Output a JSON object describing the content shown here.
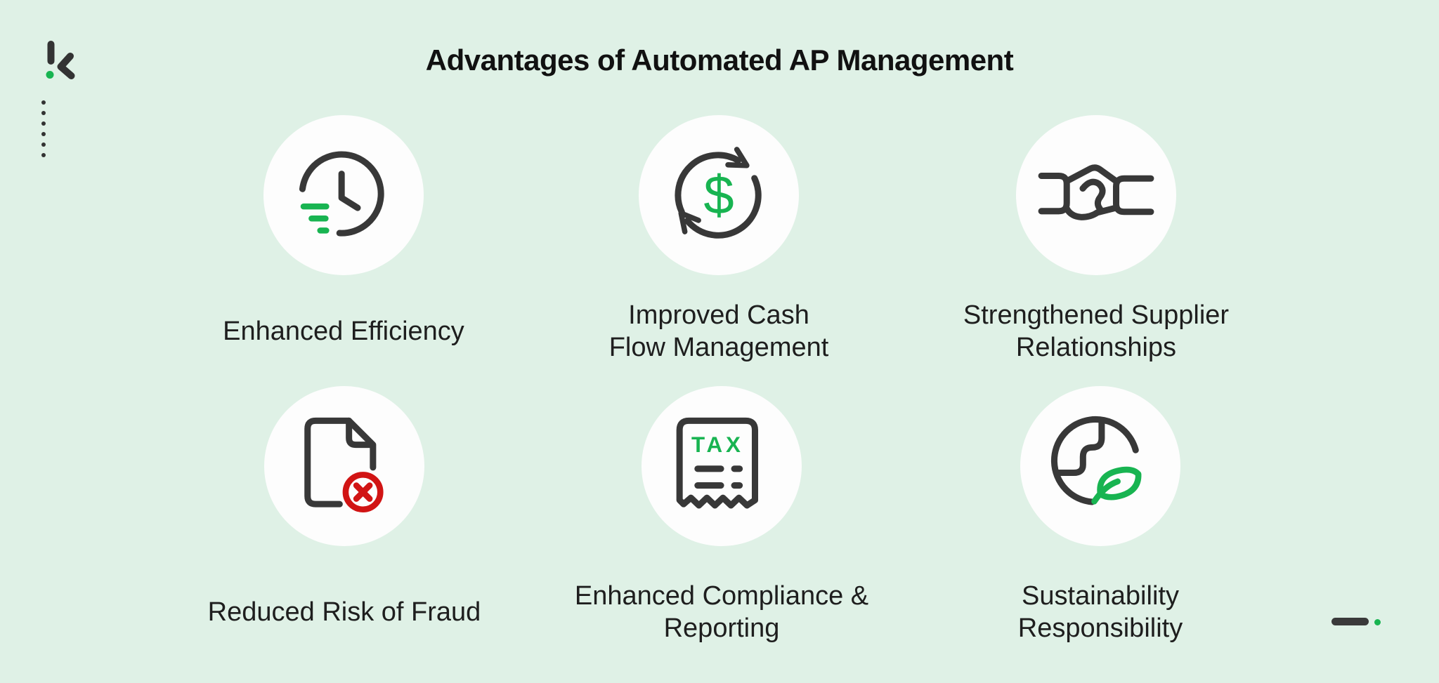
{
  "page": {
    "background": "#dff1e6",
    "title": "Advantages of Automated AP Management"
  },
  "colors": {
    "dark": "#383838",
    "green": "#18b451",
    "red": "#d11414",
    "circle_fill": "#fdfdfd",
    "text": "#1e1e1e"
  },
  "brand": {
    "logo": "k-mark-logo",
    "decorations": [
      "vertical-dotted-line",
      "footer-dash",
      "footer-green-dot"
    ]
  },
  "icon_text": {
    "dollar": "$",
    "tax": "TAX"
  },
  "cards": [
    {
      "icon": "fast-clock-icon",
      "label_lines": [
        "Enhanced Efficiency"
      ]
    },
    {
      "icon": "cash-cycle-icon",
      "label_lines": [
        "Improved Cash",
        "Flow Management"
      ]
    },
    {
      "icon": "handshake-icon",
      "label_lines": [
        "Strengthened Supplier",
        "Relationships"
      ]
    },
    {
      "icon": "document-error-icon",
      "label_lines": [
        "Reduced Risk of Fraud"
      ]
    },
    {
      "icon": "tax-receipt-icon",
      "label_lines": [
        "Enhanced Compliance &",
        "Reporting"
      ]
    },
    {
      "icon": "globe-leaf-icon",
      "label_lines": [
        "Sustainability",
        "Responsibility"
      ]
    }
  ]
}
